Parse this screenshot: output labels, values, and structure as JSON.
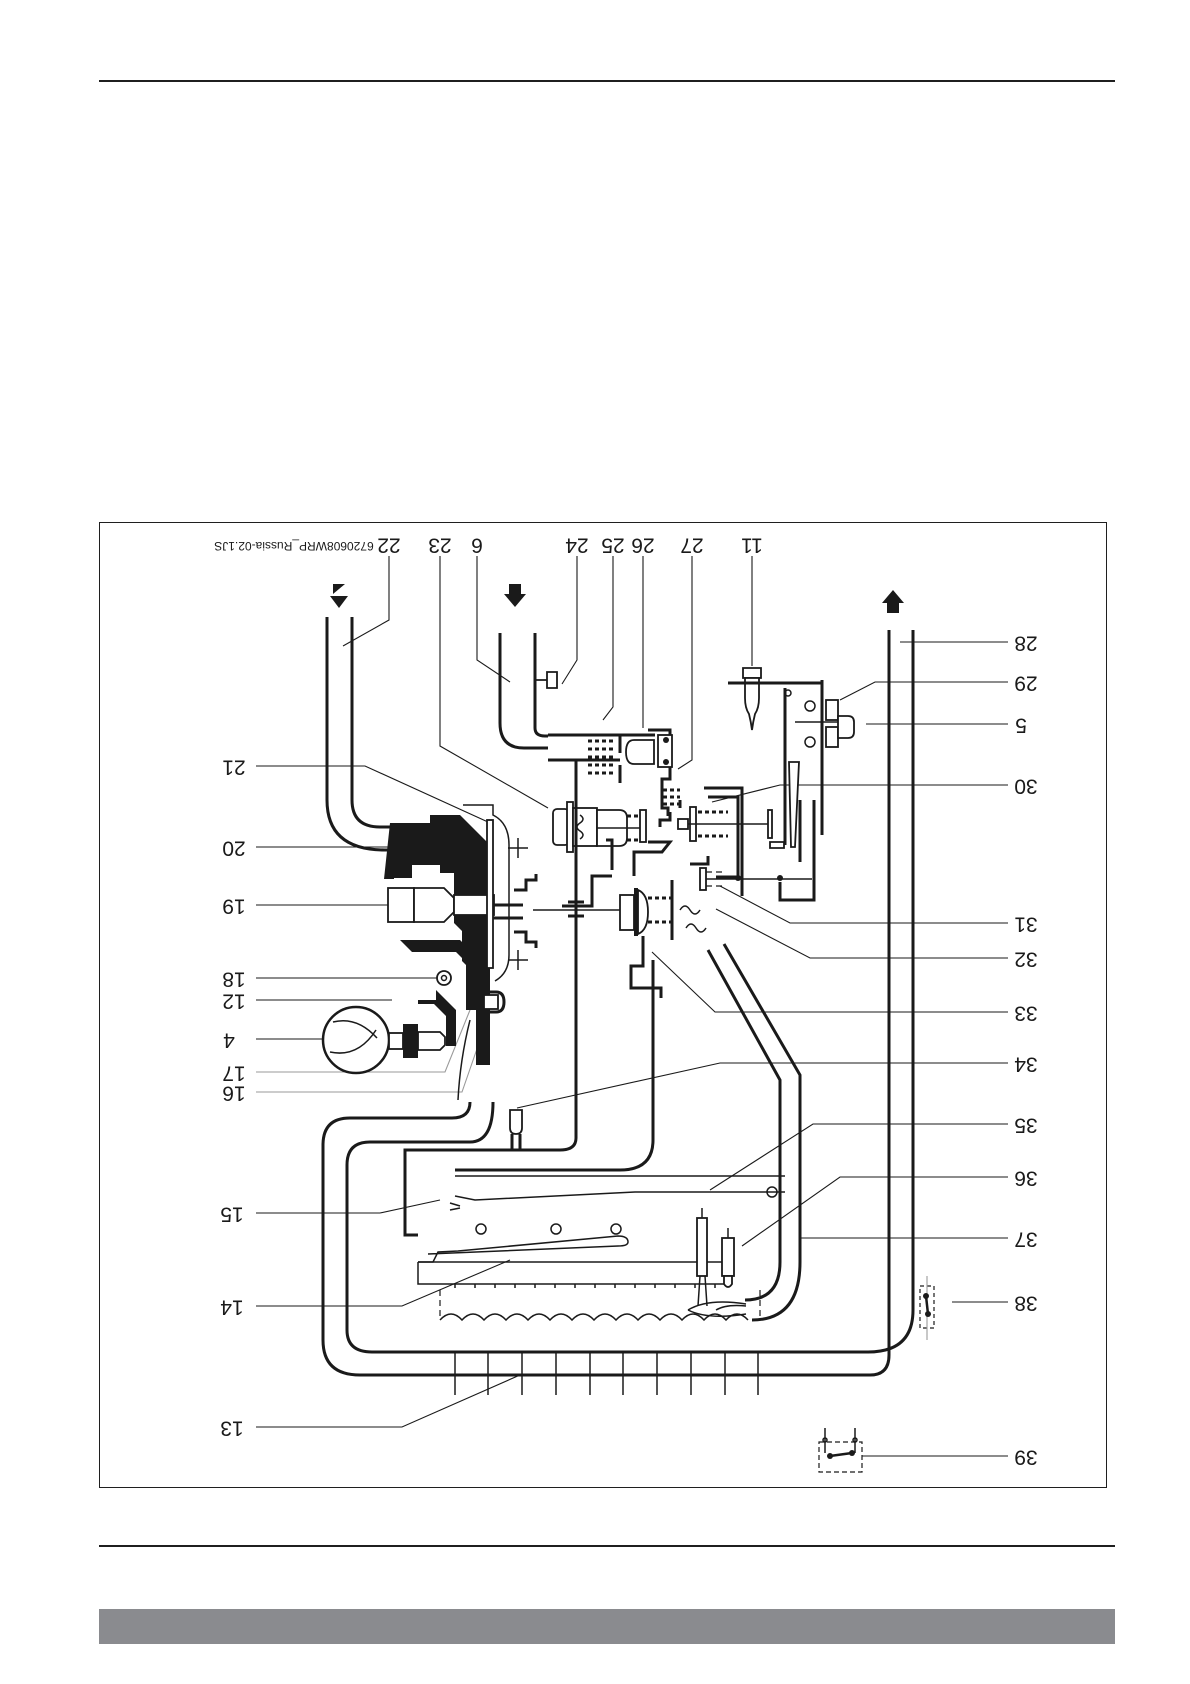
{
  "page": {
    "orientation": "rotated-180",
    "footer_bar_color": "#8a8b8f",
    "rule_color": "#1f1f1f"
  },
  "figure": {
    "code": "6720608WRP_Russia-02.1JS",
    "arrows": {
      "cold_water_inlet": "down-arrow",
      "gas_inlet": "down-arrow",
      "hot_water_outlet": "up-arrow"
    },
    "labels_top": [
      "22",
      "23",
      "6",
      "24",
      "25",
      "26",
      "27",
      "11"
    ],
    "labels_left": [
      "21",
      "20",
      "19",
      "18",
      "12",
      "4",
      "17",
      "16",
      "15",
      "14",
      "13"
    ],
    "labels_right": [
      "28",
      "29",
      "5",
      "30",
      "31",
      "32",
      "33",
      "34",
      "35",
      "36",
      "37",
      "38",
      "39"
    ]
  }
}
